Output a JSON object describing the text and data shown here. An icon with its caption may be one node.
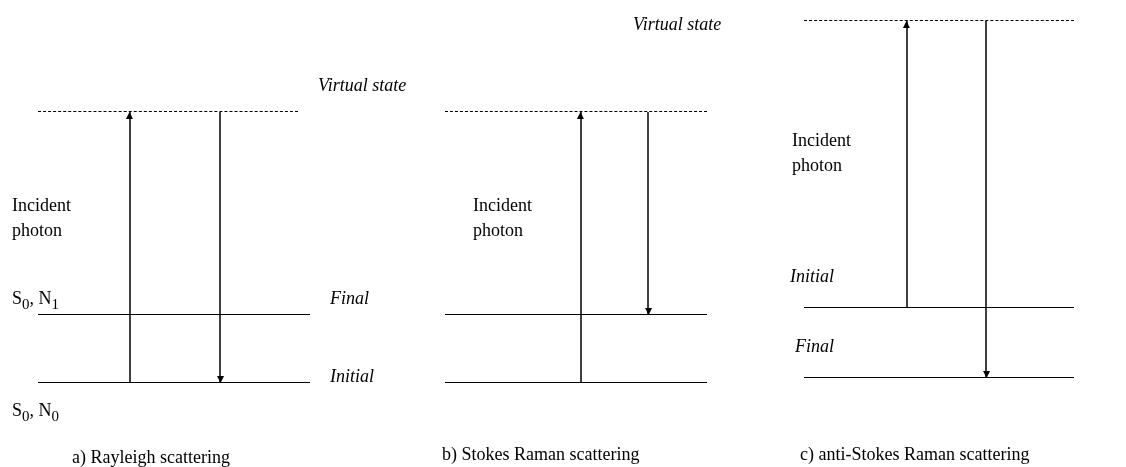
{
  "diagram": {
    "nodes": [
      {
        "text": [],
        "shape": "bar"
      },
      {
        "text": [],
        "shape": "bar",
        "beside": [
          "S$_{0}$, N$_{1}$"
        ]
      },
      {
        "text": [],
        "shape": "bar",
        "beside": [
          "S$_{0}$, N$_{0}$"
        ]
      },
      {
        "text": [],
        "shape": "bar",
        "beside": [
          "Virtual state"
        ]
      },
      {
        "text": [],
        "shape": "bar"
      },
      {
        "text": [],
        "shape": "bar"
      },
      {
        "text": [],
        "shape": "bar"
      },
      {
        "text": [],
        "shape": "bar",
        "beside": [
          "Initial"
        ]
      },
      {
        "text": [],
        "shape": "bar",
        "beside": [
          "Final"
        ]
      }
    ],
    "edges": [
      {
        "from": 2,
        "to": 0,
        "arrow": "to"
      },
      {
        "from": 0,
        "to": 2,
        "arrow": "to"
      },
      {
        "from": 5,
        "to": 3,
        "arrow": "to"
      },
      {
        "from": 3,
        "to": 4,
        "arrow": "to"
      },
      {
        "from": 7,
        "to": 6,
        "arrow": "to"
      },
      {
        "from": 6,
        "to": 8,
        "arrow": "to"
      }
    ],
    "labels": [
      "Virtual state",
      "Incident photon",
      "Incident photon",
      "Incident photon",
      "Final",
      "Initial",
      "a) Rayleigh scattering",
      "b) Stokes Raman scattering",
      "c) anti-Stokes Raman scattering"
    ]
  }
}
